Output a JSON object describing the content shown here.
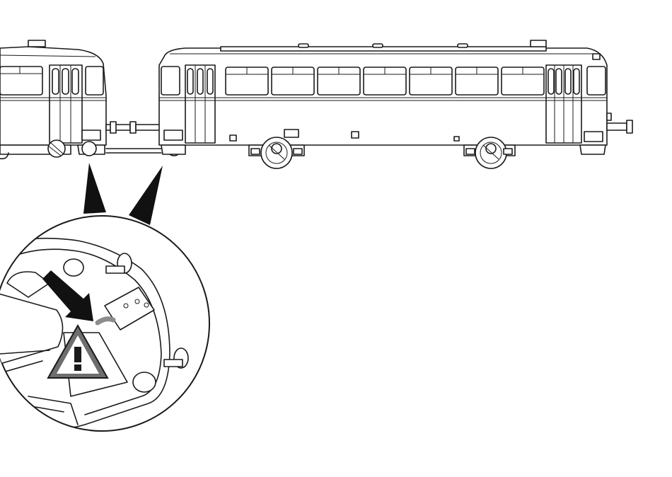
{
  "illustration": {
    "subject": "railcar-with-trailer",
    "detail_view": "coupling-cable-connector",
    "warning_symbol": "exclamation-triangle",
    "arrow_direction": "down-right"
  },
  "colors": {
    "line": "#1a1a1a",
    "background": "#ffffff",
    "warning_fill": "#6e6e6e",
    "cable": "#8c8c8c"
  }
}
